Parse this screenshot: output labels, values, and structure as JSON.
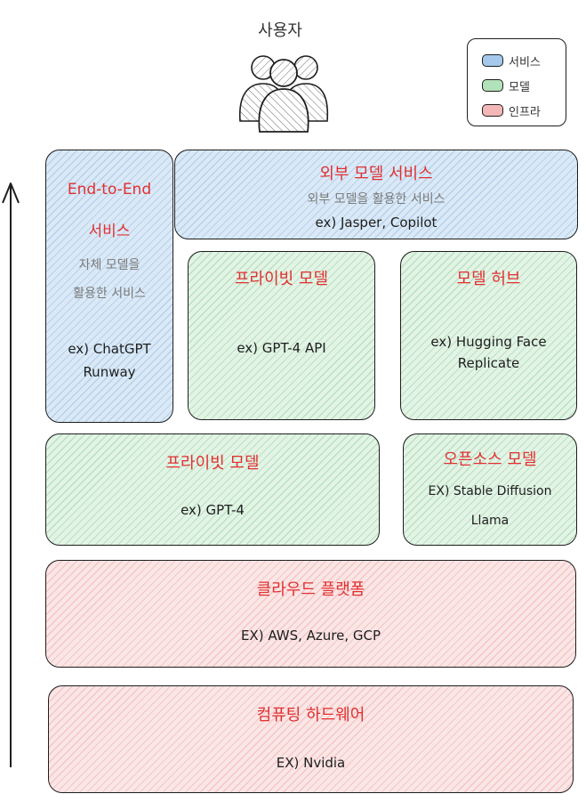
{
  "user": {
    "label": "사용자"
  },
  "legend": [
    {
      "label": "서비스",
      "color": "#a5c8ec"
    },
    {
      "label": "모델",
      "color": "#b2e2b9"
    },
    {
      "label": "인프라",
      "color": "#f4b7b7"
    }
  ],
  "boxes": {
    "end_to_end": {
      "title_line1": "End-to-End",
      "title_line2": "서비스",
      "sub_line1": "자체 모델을",
      "sub_line2": "활용한 서비스",
      "ex_line1": "ex) ChatGPT",
      "ex_line2": "Runway"
    },
    "external": {
      "title": "외부 모델 서비스",
      "sub": "외부 모델을 활용한 서비스",
      "ex": "ex) Jasper, Copilot"
    },
    "private_api": {
      "title": "프라이빗 모델",
      "ex": "ex) GPT-4 API"
    },
    "model_hub": {
      "title": "모델 허브",
      "ex_line1": "ex) Hugging Face",
      "ex_line2": "Replicate"
    },
    "private_model": {
      "title": "프라이빗 모델",
      "ex": "ex) GPT-4"
    },
    "open_source": {
      "title": "오픈소스 모델",
      "ex_line1": "EX) Stable Diffusion",
      "ex_line2": "Llama"
    },
    "cloud": {
      "title": "클라우드 플랫폼",
      "ex": "EX) AWS, Azure, GCP"
    },
    "hardware": {
      "title": "컴퓨팅 하드웨어",
      "ex": "EX) Nvidia"
    }
  }
}
